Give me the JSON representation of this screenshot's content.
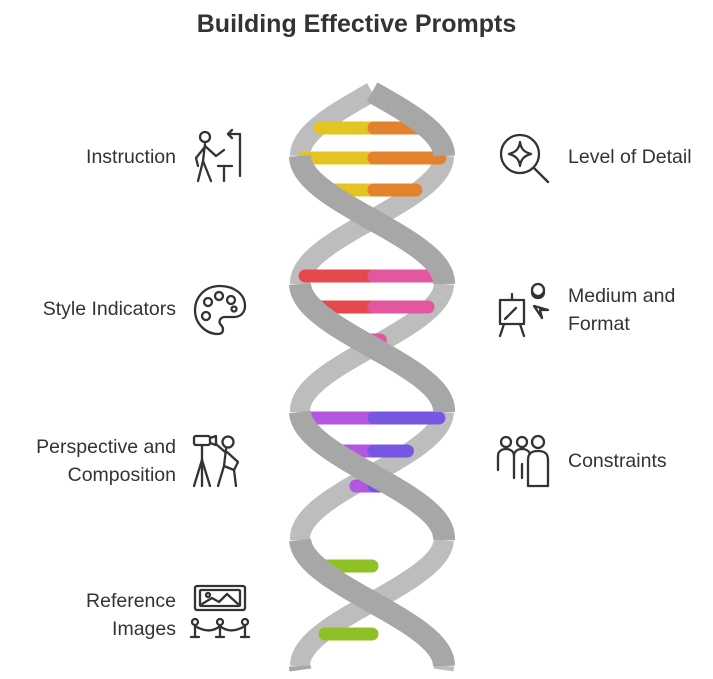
{
  "title": "Building Effective Prompts",
  "left_items": [
    {
      "lines": [
        "Instruction"
      ],
      "icon": "person-pointing-icon"
    },
    {
      "lines": [
        "Style Indicators"
      ],
      "icon": "palette-icon"
    },
    {
      "lines": [
        "Perspective and",
        "Composition"
      ],
      "icon": "photographer-camera-icon"
    },
    {
      "lines": [
        "Reference",
        "Images"
      ],
      "icon": "framed-picture-gallery-icon"
    }
  ],
  "right_items": [
    {
      "lines": [
        "Level of Detail"
      ],
      "icon": "magnifier-sparkle-icon"
    },
    {
      "lines": [
        "Medium and",
        "Format"
      ],
      "icon": "easel-artist-icon"
    },
    {
      "lines": [
        "Constraints"
      ],
      "icon": "group-people-icon"
    }
  ],
  "colors": {
    "helix_strand": "#a7a7a7",
    "instruction_rungs": "#e2c521",
    "level_of_detail_rungs": "#e3822c",
    "style_indicators_rungs": "#e6494d",
    "medium_format_rungs": "#e2579e",
    "perspective_rungs": "#b457e0",
    "constraints_rungs": "#7757e2",
    "reference_rungs": "#8fc026"
  }
}
